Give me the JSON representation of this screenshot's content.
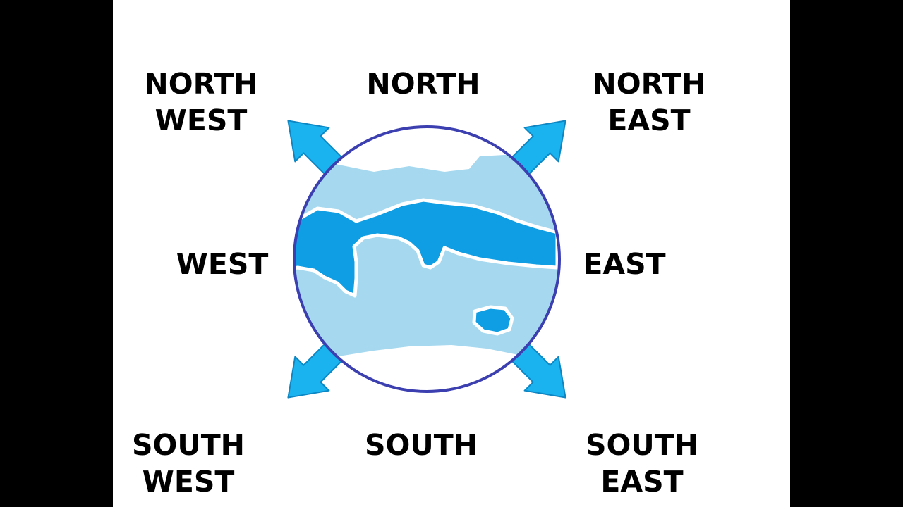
{
  "colors": {
    "background_bars": "#000000",
    "canvas": "#ffffff",
    "arrow_fill": "#1ab3ef",
    "arrow_stroke": "#0d86c4",
    "globe_outline": "#3b3fb0",
    "globe_light": "#a6d9ef",
    "globe_dark": "#0f9de3",
    "ice": "#ffffff",
    "text": "#000000"
  },
  "labels": {
    "north": "NORTH",
    "north_west": {
      "line1": "NORTH",
      "line2": "WEST"
    },
    "north_east": {
      "line1": "NORTH",
      "line2": "EAST"
    },
    "west": "WEST",
    "east": "EAST",
    "south": "SOUTH",
    "south_west": {
      "line1": "SOUTH",
      "line2": "WEST"
    },
    "south_east": {
      "line1": "SOUTH",
      "line2": "EAST"
    }
  },
  "icons": [
    "globe-icon",
    "arrow-north-west-icon",
    "arrow-north-east-icon",
    "arrow-south-west-icon",
    "arrow-south-east-icon"
  ]
}
